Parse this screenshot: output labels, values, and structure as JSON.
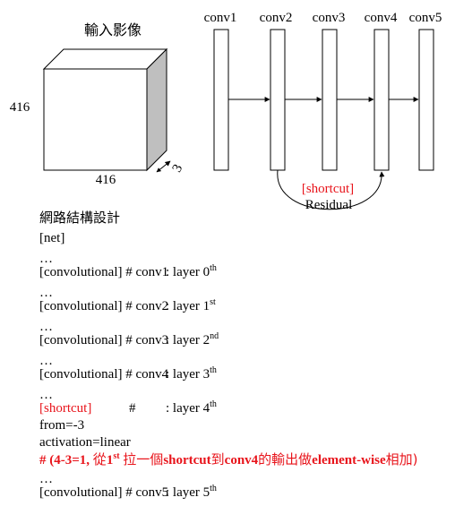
{
  "input": {
    "title": "輸入影像",
    "height_label": "416",
    "width_label": "416",
    "depth_label": "3"
  },
  "layers": [
    {
      "name": "conv1"
    },
    {
      "name": "conv2"
    },
    {
      "name": "conv3"
    },
    {
      "name": "conv4"
    },
    {
      "name": "conv5"
    }
  ],
  "shortcut": {
    "label": "[shortcut]",
    "caption": "Residual"
  },
  "colors": {
    "highlight": "#e8141b",
    "cube_side": "#bfbfbf",
    "line": "#000000"
  },
  "code": {
    "heading": "網路結構設計",
    "net": "[net]",
    "ellipsis": "…",
    "blocks": [
      {
        "section": "[convolutional]",
        "hash": "#",
        "name": "conv1",
        "layer_prefix": ": layer 0",
        "sup": "th"
      },
      {
        "section": "[convolutional]",
        "hash": "#",
        "name": "conv2",
        "layer_prefix": ": layer 1",
        "sup": "st"
      },
      {
        "section": "[convolutional]",
        "hash": "#",
        "name": "conv3",
        "layer_prefix": ": layer 2",
        "sup": "nd"
      },
      {
        "section": "[convolutional]",
        "hash": "#",
        "name": "conv4",
        "layer_prefix": ": layer 3",
        "sup": "th"
      },
      {
        "section": "[shortcut]",
        "hash": "#",
        "name": "",
        "layer_prefix": ": layer 4",
        "sup": "th"
      },
      {
        "section": "[convolutional]",
        "hash": "#",
        "name": "conv5",
        "layer_prefix": ": layer 5",
        "sup": "th"
      }
    ],
    "from": "from=-3",
    "activation": "activation=linear",
    "comment": {
      "p1": "# (4-3=1, ",
      "p2": "從",
      "p3": "1",
      "sup": "st",
      "p4": "拉一個",
      "p5": "shortcut",
      "p6": "到",
      "p7": "conv4",
      "p8": "的輸出做",
      "p9": "element-wise",
      "p10": "相加)"
    }
  }
}
